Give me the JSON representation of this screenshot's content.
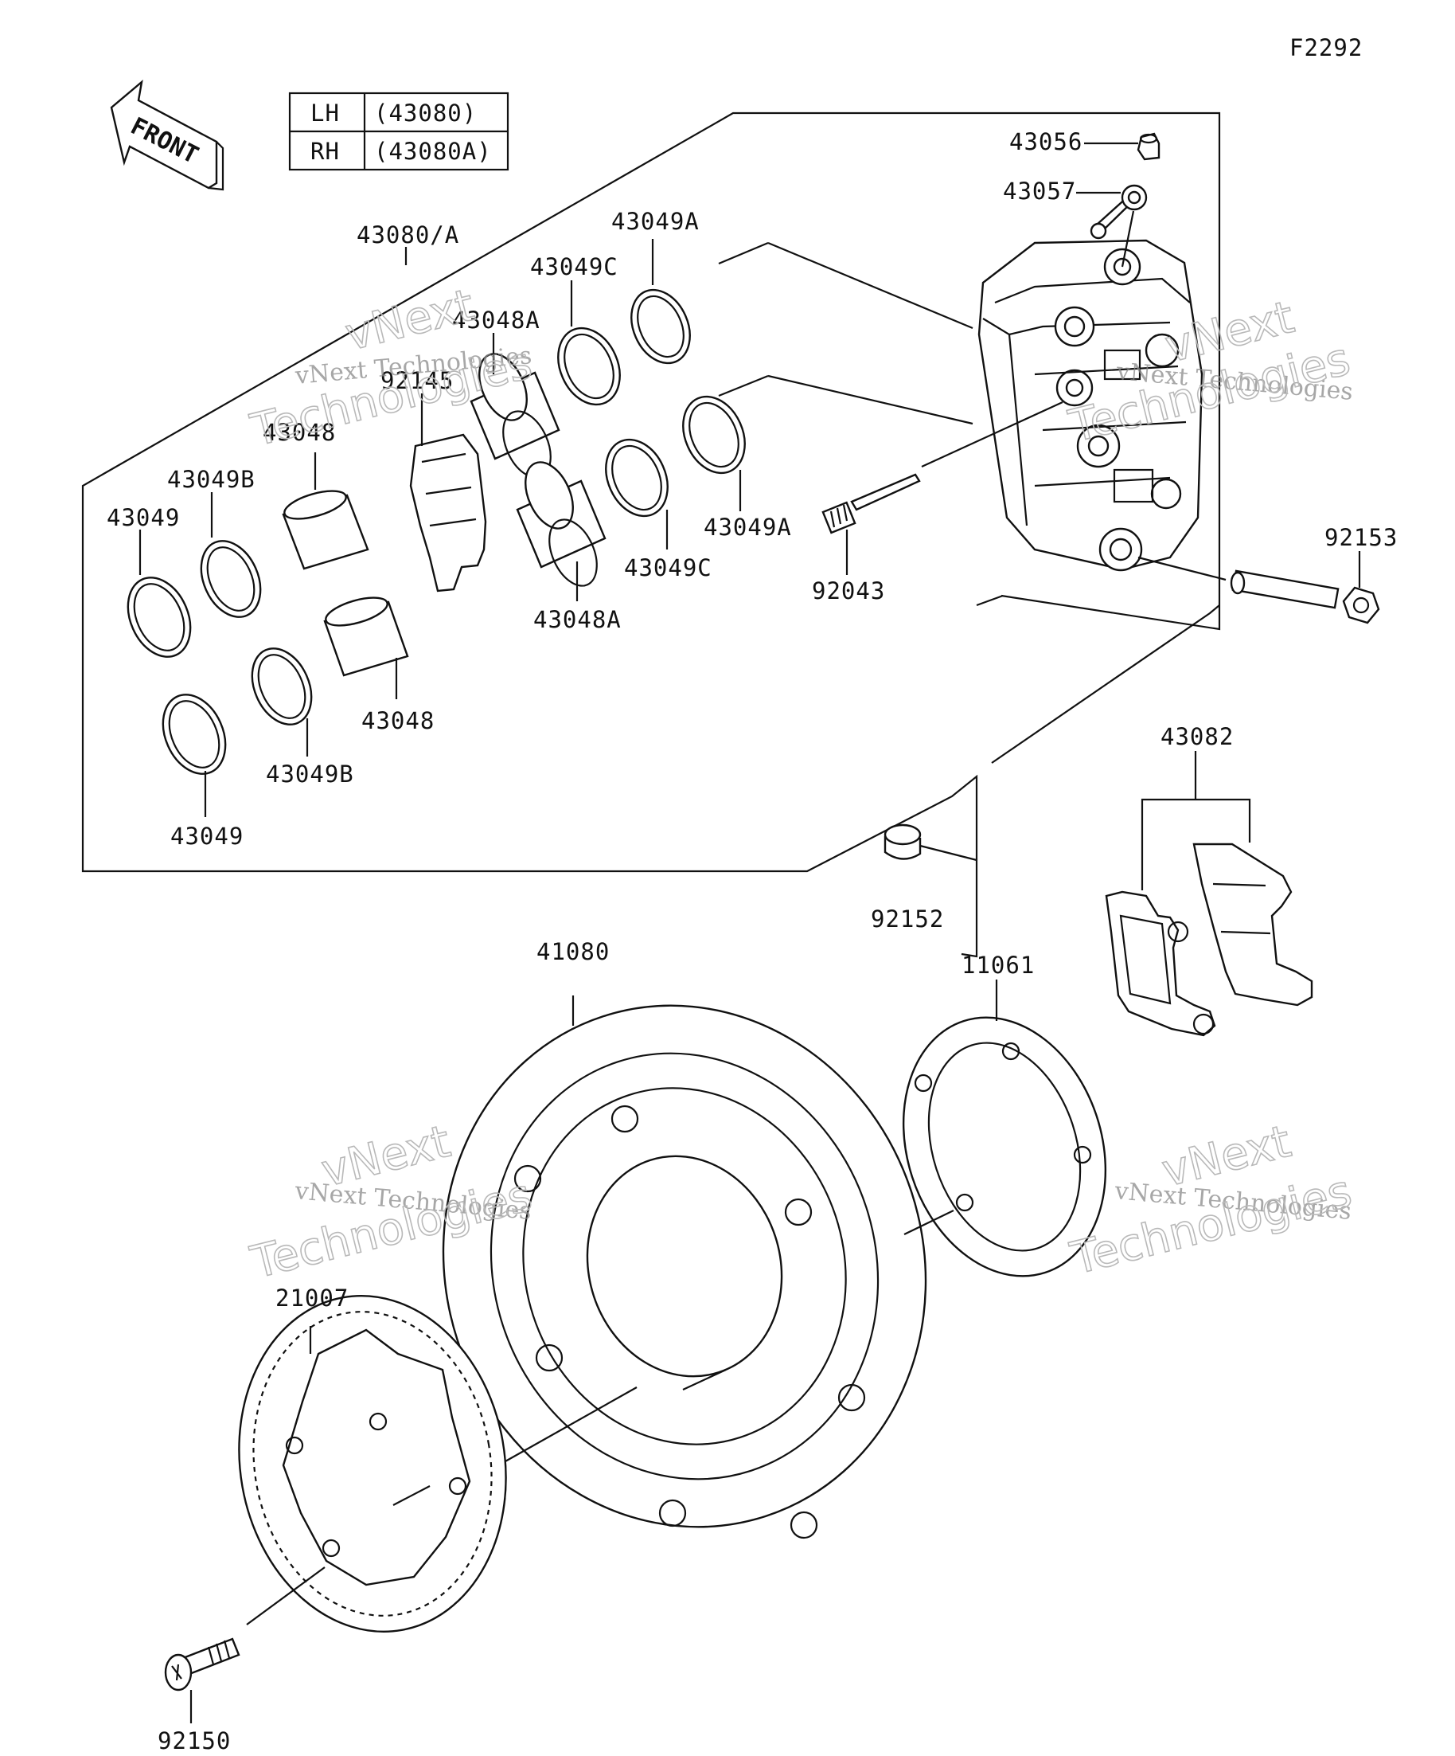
{
  "figure_code": "F2292",
  "front_arrow": "FRONT",
  "side_table": [
    {
      "side": "LH",
      "part": "(43080)"
    },
    {
      "side": "RH",
      "part": "(43080A)"
    }
  ],
  "labels": {
    "caliper_assy": "43080/A",
    "seal_a_top": "43049A",
    "seal_c_top": "43049C",
    "piston_a_top": "43048A",
    "spring": "92145",
    "piston_top": "43048",
    "seal_b_top": "43049B",
    "seal_top": "43049",
    "seal_a_mid": "43049A",
    "seal_c_mid": "43049C",
    "piston_a_bottom": "43048A",
    "pin": "92043",
    "bleeder_cap": "43056",
    "bleeder": "43057",
    "bolt": "92153",
    "pad_set": "43082",
    "collar": "92152",
    "piston_bottom": "43048",
    "seal_b_bottom": "43049B",
    "seal_bottom": "43049",
    "disc": "41080",
    "shim": "11061",
    "rotor": "21007",
    "disc_bolt": "92150"
  },
  "watermark": {
    "line1": "vNext Technologies",
    "line2a": "vNext",
    "line2b": "Technologies"
  },
  "colors": {
    "line": "#111111",
    "watermark": "#b9b9b9"
  }
}
